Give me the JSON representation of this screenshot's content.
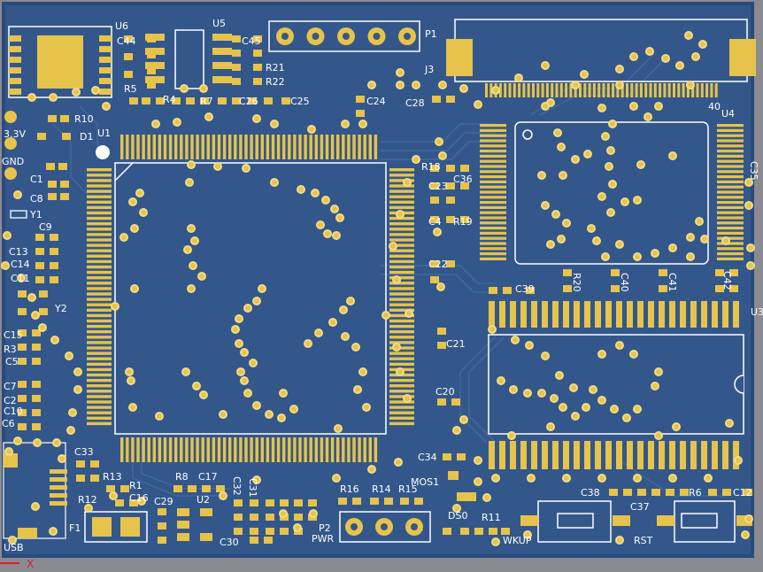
{
  "board": {
    "colors": {
      "substrate": "#2a4a7a",
      "copper_pour": "#34588c",
      "trace": "#3f66a0",
      "pad": "#e6c34a",
      "silk": "#ffffff",
      "frame": "#8a8a92",
      "axis": "#e02020"
    }
  },
  "labels": {
    "U6": "U6",
    "C44": "C44",
    "U5": "U5",
    "C45": "C45",
    "P1": "P1",
    "R21": "R21",
    "R22": "R22",
    "J3": "J3",
    "pin40": "40",
    "U4": "U4",
    "R5": "R5",
    "R4": "R4",
    "R7": "R7",
    "C26": "C26",
    "C25": "C25",
    "C24": "C24",
    "C28": "C28",
    "R10": "R10",
    "D1": "D1",
    "U1": "U1",
    "tv3": "3.3V",
    "GND": "GND",
    "C1": "C1",
    "C8": "C8",
    "Y1": "Y1",
    "C9": "C9",
    "C13": "C13",
    "C14": "C14",
    "C11": "C11",
    "Y2": "Y2",
    "C15": "C15",
    "C5": "C5",
    "C6": "C6",
    "R18": "R18",
    "C23": "C23",
    "C36": "C36",
    "C4": "C4",
    "R19": "R19",
    "C22": "C22",
    "C35": "C35",
    "C39": "C39",
    "R20": "R20",
    "C40": "C40",
    "C41": "C41",
    "C42": "C42",
    "U3": "U3",
    "C21": "C21",
    "C20": "C20",
    "C34": "C34",
    "MOS1": "MOS1",
    "C33": "C33",
    "R13": "R13",
    "R1": "R1",
    "C16": "C16",
    "R12": "R12",
    "R8": "R8",
    "C17": "C17",
    "C29": "C29",
    "U2": "U2",
    "C30": "C30",
    "C31": "C31",
    "R16": "R16",
    "R14": "R14",
    "R15": "R15",
    "P2": "P2",
    "PWR": "PWR",
    "DS0": "DS0",
    "R11": "R11",
    "C38": "C38",
    "R6": "R6",
    "C12": "C12",
    "C37": "C37",
    "WKUP": "WKUP",
    "RST": "RST",
    "F1": "F1",
    "USB": "USB",
    "axisX": "X",
    "R3": "R3",
    "C7": "C7",
    "C32": "C32",
    "C10": "C10",
    "C2": "C2"
  }
}
